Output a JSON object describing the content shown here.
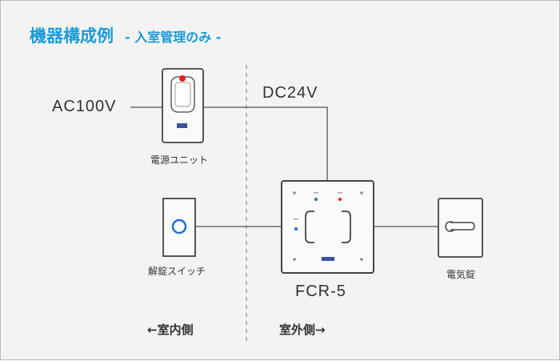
{
  "title": {
    "main": "機器構成例",
    "sub": "- 入室管理のみ -"
  },
  "labels": {
    "ac": "AC100V",
    "dc": "DC24V",
    "power_unit": "電源ユニット",
    "release_switch": "解錠スイッチ",
    "reader": "FCR-5",
    "lock": "電気錠",
    "indoor": "←室内側",
    "outdoor": "室外側→"
  },
  "colors": {
    "title": "#1b9bd7",
    "line": "#555555",
    "indicator_red": "#e02020",
    "indicator_blue": "#1e6fd0"
  }
}
